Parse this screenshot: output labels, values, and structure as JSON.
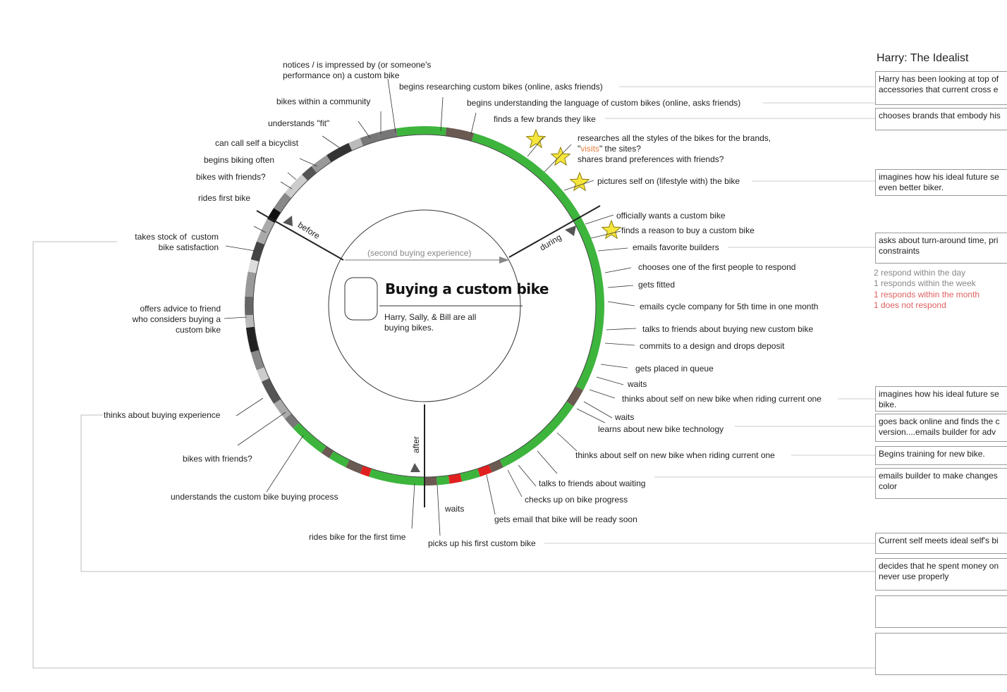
{
  "center": {
    "title": "Buying a custom bike",
    "subtitle": "Harry, Sally, & Bill are all\nbuying bikes.",
    "note": "(second buying experience)"
  },
  "phases": {
    "before": "before",
    "during": "during",
    "after": "after"
  },
  "colors": {
    "green": "#3db53d",
    "red": "#e02020",
    "brown": "#6b5a52",
    "star": "#f5e53c",
    "stat_gray": "#888888",
    "stat_red": "#e06060",
    "visits": "#e08040"
  },
  "events": {
    "notices": "notices / is impressed by (or someone's\nperformance on) a custom bike",
    "researching": "begins researching custom bikes (online, asks friends)",
    "community": "bikes within a community",
    "language": "begins understanding the language of custom bikes (online, asks friends)",
    "fit": "understands \"fit\"",
    "brands": "finds a few brands they like",
    "cyclist": "can call self a bicyclist",
    "styles_1": "researches all the styles of the bikes for the brands,",
    "styles_2a": "\"",
    "styles_2b": "visits",
    "styles_2c": "\" the sites?",
    "styles_3": "shares brand preferences with friends?",
    "often": "begins biking often",
    "friends1": "bikes with friends?",
    "lifestyle": "pictures self on (lifestyle with) the bike",
    "firstbike": "rides first bike",
    "wants": "officially wants a custom bike",
    "stock": "takes stock of  custom\nbike satisfaction",
    "reason": "finds a reason to buy a custom bike",
    "emails_builders": "emails favorite builders",
    "first_respond": "chooses one of the first people to respond",
    "fitted": "gets fitted",
    "advice": "offers advice to friend\nwho considers buying a\ncustom bike",
    "fifth_time": "emails cycle company for 5th time in one month",
    "talks_new": "talks to friends about buying new custom bike",
    "deposit": "commits to a design and drops deposit",
    "queue": "gets placed in queue",
    "waits1": "waits",
    "thinks1": "thinks about self on new bike when riding current one",
    "experience": "thinks  about buying experience",
    "waits2": "waits",
    "technology": "learns about new bike technology",
    "friends2": "bikes with friends?",
    "thinks2": "thinks about self on new bike when riding current one",
    "process": "understands the custom bike buying process",
    "talks_waiting": "talks to friends about waiting",
    "progress": "checks up on bike progress",
    "waits3": "waits",
    "ready": "gets email that bike will be ready soon",
    "rides_first": "rides bike for the first time",
    "picks_up": "picks up his first custom bike"
  },
  "persona": {
    "title": "Harry: The Idealist",
    "boxes": [
      "Harry has been looking at top of\naccessories that current cross e",
      "chooses brands that embody his",
      "imagines how his ideal future se\neven better biker.",
      "asks about turn-around time, pri\nconstraints",
      "imagines how his ideal future se\nbike.",
      "goes back online and finds the c\nversion....emails builder for adv",
      "Begins training for new bike.",
      "emails builder to make changes\ncolor",
      "Current self meets ideal self's bi",
      "decides that he spent money on\nnever use properly",
      "",
      ""
    ],
    "stats": [
      "2 respond within the day",
      "1 responds within the week",
      "1 responds within the month",
      "1 does not respond"
    ]
  }
}
